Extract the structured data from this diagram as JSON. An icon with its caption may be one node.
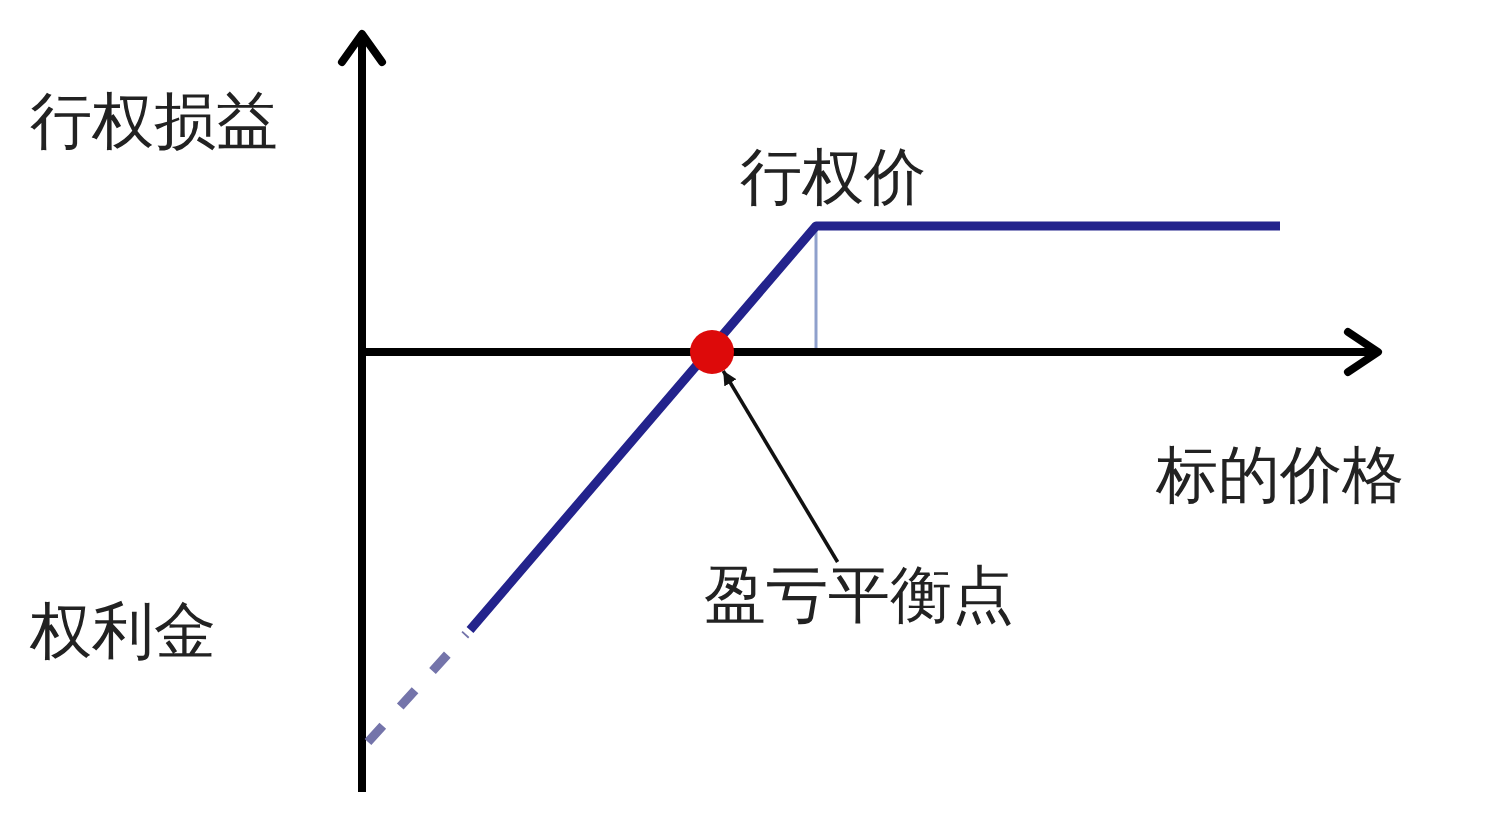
{
  "diagram": {
    "nodes": [
      {
        "text": [],
        "shape": "circle"
      },
      {
        "text": [
          "盈亏平衡点"
        ]
      }
    ],
    "edges": [
      {
        "from": 1,
        "to": 0,
        "arrow": "to"
      }
    ],
    "labels": [
      "行权损益",
      "行权价",
      "标的价格",
      "权利金"
    ]
  }
}
